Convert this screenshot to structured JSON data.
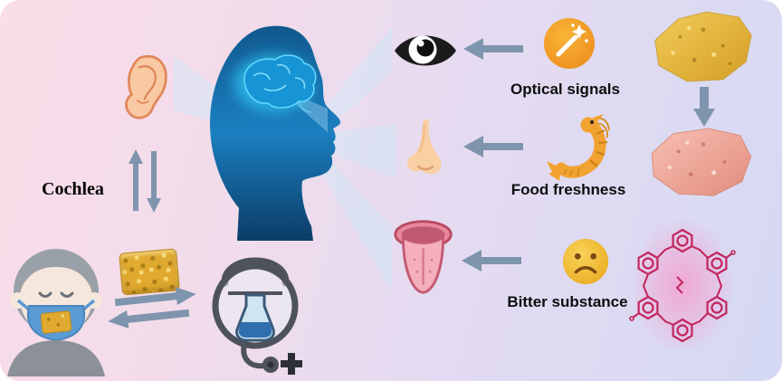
{
  "figure": {
    "type": "graphical-abstract",
    "background": {
      "left_color": "#f9dde8",
      "right_color": "#d5d9f3"
    }
  },
  "labels": {
    "cochlea": "Cochlea",
    "optical_signals": "Optical signals",
    "food_freshness": "Food freshness",
    "bitter_substance": "Bitter substance"
  },
  "palette": {
    "arrow": "#7e95ad",
    "beam": "#cfe7f8",
    "head_blue_dark": "#0b3c66",
    "head_blue": "#1b7fc0",
    "brain_cyan": "#2fc1f0",
    "skin_peach": "#f9cfa4",
    "ear_outline": "#e0875a",
    "tongue_pink": "#f4aebc",
    "sponge_yellow": "#e0a92f",
    "wand_orange": "#f29a23",
    "shrimp_orange": "#f2a231",
    "sad_face_yellow": "#f2c037",
    "mask_blue": "#5b9bd5",
    "device_gray": "#4e525c",
    "molecule_pink": "#c2255c",
    "material_yellow": "#e8bc45",
    "material_pink": "#f0a79c"
  },
  "icons": [
    "brain-head-icon",
    "ear-icon",
    "eye-icon",
    "nose-icon",
    "tongue-icon",
    "magic-wand-badge-icon",
    "shrimp-icon",
    "sad-face-icon",
    "sponge-material-icon",
    "masked-person-icon",
    "stethoscope-magnifier-icon",
    "yellow-food-material-icon",
    "pink-food-material-icon",
    "macrocycle-molecule-icon",
    "left-arrow-icon",
    "down-arrow-icon",
    "up-down-arrows-icon",
    "exchange-arrows-icon"
  ]
}
